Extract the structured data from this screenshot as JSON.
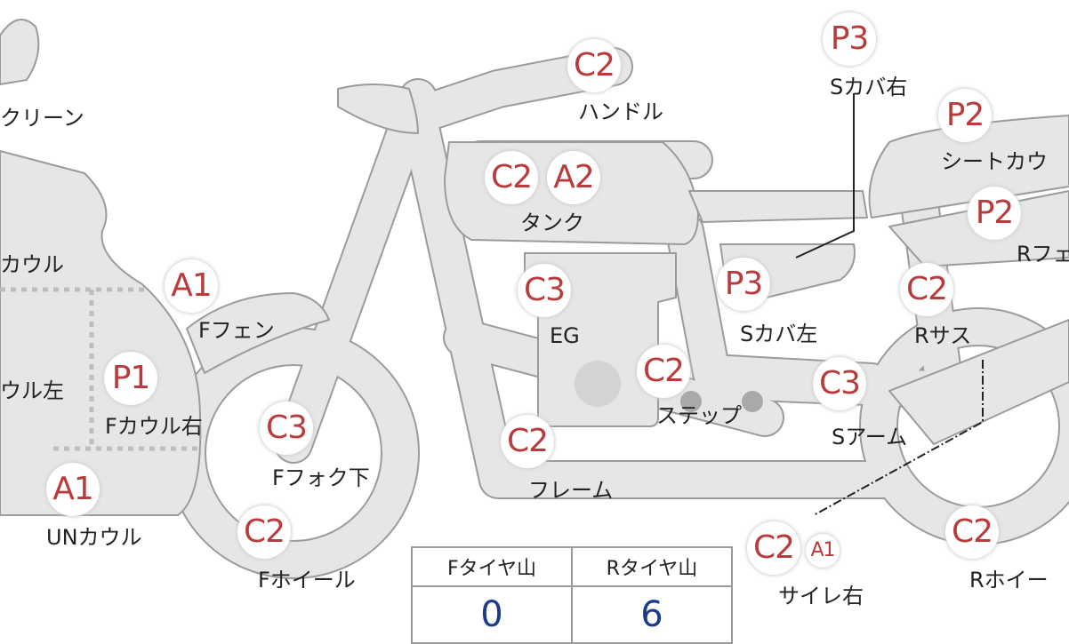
{
  "parts": [
    {
      "key": "screen",
      "grade": "",
      "label": "クリーン"
    },
    {
      "key": "cowl-center",
      "grade": "",
      "label": "カウル"
    },
    {
      "key": "cowl-left",
      "grade": "",
      "label": "ウル左"
    },
    {
      "key": "handle",
      "grade": "C2",
      "label": "ハンドル"
    },
    {
      "key": "tank",
      "grades": [
        "C2",
        "A2"
      ],
      "label": "タンク"
    },
    {
      "key": "side-cover-right",
      "grade": "P3",
      "label": "Sカバ右"
    },
    {
      "key": "seat-cowl",
      "grade": "P2",
      "label": "シートカウ"
    },
    {
      "key": "rear-fender",
      "grade": "P2",
      "label": "Rフェ"
    },
    {
      "key": "front-fender",
      "grade": "A1",
      "label": "Fフェン"
    },
    {
      "key": "engine",
      "grade": "C3",
      "label": "EG"
    },
    {
      "key": "side-cover-left",
      "grade": "P3",
      "label": "Sカバ左"
    },
    {
      "key": "rear-suspension",
      "grade": "C2",
      "label": "Rサス"
    },
    {
      "key": "front-cowl-right",
      "grade": "P1",
      "label": "Fカウル右"
    },
    {
      "key": "step",
      "grade": "C2",
      "label": "ステップ"
    },
    {
      "key": "swing-arm",
      "grade": "C3",
      "label": "Sアーム"
    },
    {
      "key": "front-fork-lower",
      "grade": "C3",
      "label": "Fフォク下"
    },
    {
      "key": "frame",
      "grade": "C2",
      "label": "フレーム"
    },
    {
      "key": "under-cowl",
      "grade": "A1",
      "label": "UNカウル"
    },
    {
      "key": "front-wheel",
      "grade": "C2",
      "label": "Fホイール"
    },
    {
      "key": "silencer-right",
      "grades": [
        "C2",
        "A1"
      ],
      "label": "サイレ右"
    },
    {
      "key": "rear-wheel",
      "grade": "C2",
      "label": "Rホイー"
    }
  ],
  "tires": {
    "front_label": "Fタイヤ山",
    "rear_label": "Rタイヤ山",
    "front_value": "0",
    "rear_value": "6"
  },
  "colors": {
    "part_fill": "#e6e6e6",
    "part_stroke": "#9b9b9b",
    "grade_text": "#b83c3c",
    "tire_value": "#1e3a8a"
  }
}
